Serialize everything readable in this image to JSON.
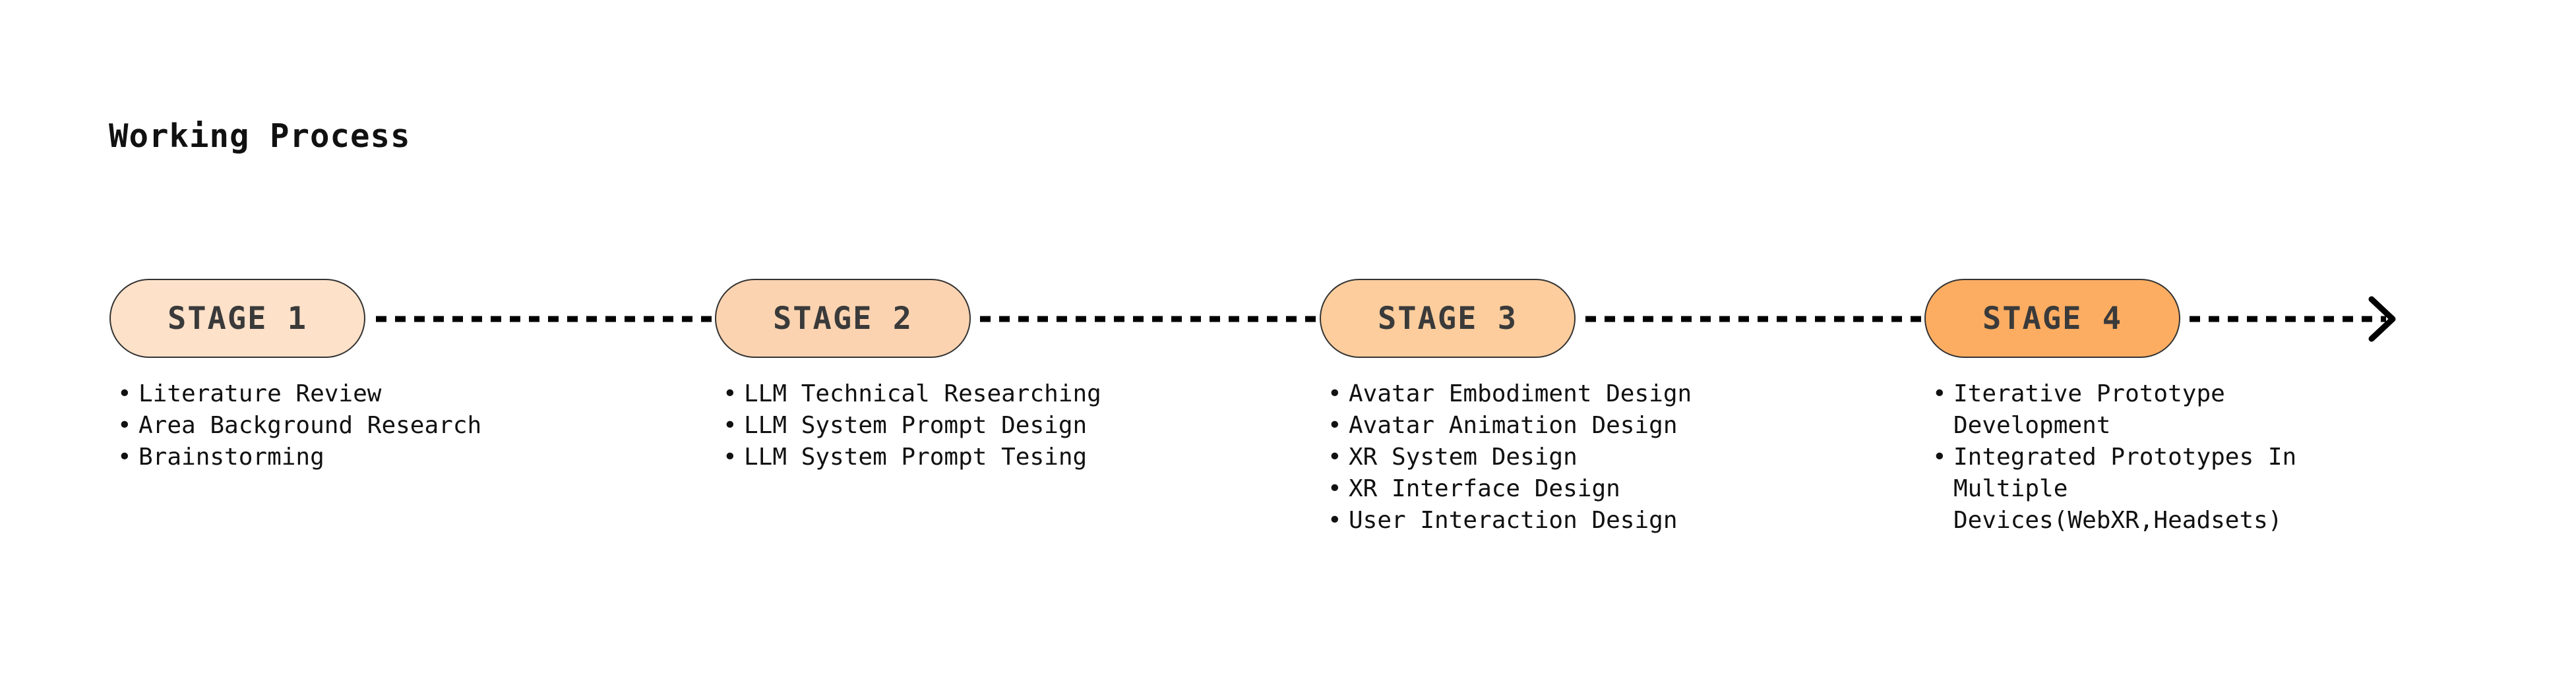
{
  "title": "Working Process",
  "colors": {
    "stage1_fill": "#fde1c9",
    "stage2_fill": "#fbd3b0",
    "stage3_fill": "#fdcd9d",
    "stage4_fill": "#fdad62",
    "connector": "#000000"
  },
  "stages": [
    {
      "label": "STAGE 1",
      "items": [
        "Literature Review",
        "Area Background Research",
        "Brainstorming"
      ]
    },
    {
      "label": "STAGE 2",
      "items": [
        "LLM Technical Researching",
        "LLM System Prompt Design",
        "LLM System Prompt Tesing"
      ]
    },
    {
      "label": "STAGE 3",
      "items": [
        "Avatar Embodiment Design",
        "Avatar Animation Design",
        "XR System Design",
        "XR Interface Design",
        "User Interaction Design"
      ]
    },
    {
      "label": "STAGE 4",
      "items": [
        "Iterative Prototype\nDevelopment",
        "Integrated Prototypes In\nMultiple\nDevices(WebXR,Headsets)"
      ]
    }
  ]
}
